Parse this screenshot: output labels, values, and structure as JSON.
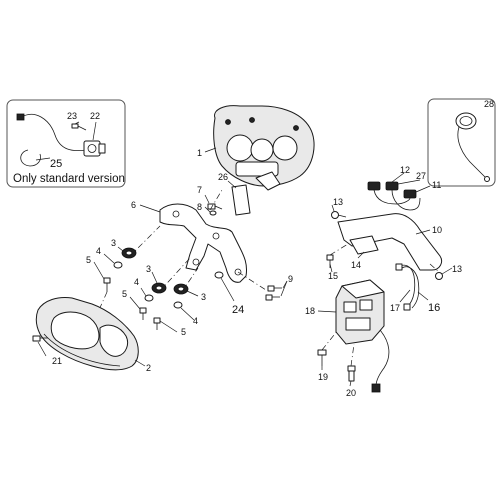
{
  "callouts": {
    "c1": "1",
    "c2": "2",
    "c3a": "3",
    "c3b": "3",
    "c3c": "3",
    "c4a": "4",
    "c4b": "4",
    "c4c": "4",
    "c5a": "5",
    "c5b": "5",
    "c5c": "5",
    "c6": "6",
    "c7": "7",
    "c8": "8",
    "c9": "9",
    "c10": "10",
    "c11": "11",
    "c12": "12",
    "c13a": "13",
    "c13b": "13",
    "c14": "14",
    "c15": "15",
    "c16": "16",
    "c17": "17",
    "c18": "18",
    "c19": "19",
    "c20": "20",
    "c21": "21",
    "c22": "22",
    "c23": "23",
    "c24": "24",
    "c25": "25",
    "c26": "26",
    "c27": "27",
    "c28": "28"
  },
  "inset_caption": "Only standard version"
}
